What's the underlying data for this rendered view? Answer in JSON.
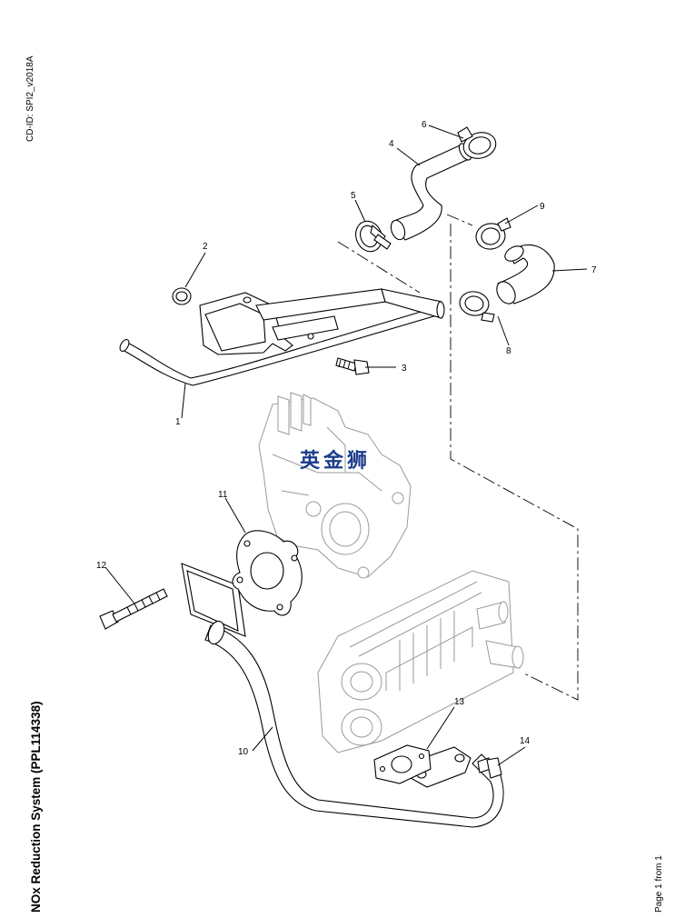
{
  "sidebar": {
    "cd_id": "CD-ID: SPI2_v2018A",
    "title": "NOx Reduction System (PPL114338)",
    "page_label": "Page 1 from 1"
  },
  "watermark": {
    "text": "英金狮",
    "color": "#1c3c8c"
  },
  "callouts": [
    "1",
    "2",
    "3",
    "4",
    "5",
    "6",
    "7",
    "8",
    "9",
    "10",
    "11",
    "12",
    "13",
    "14"
  ]
}
